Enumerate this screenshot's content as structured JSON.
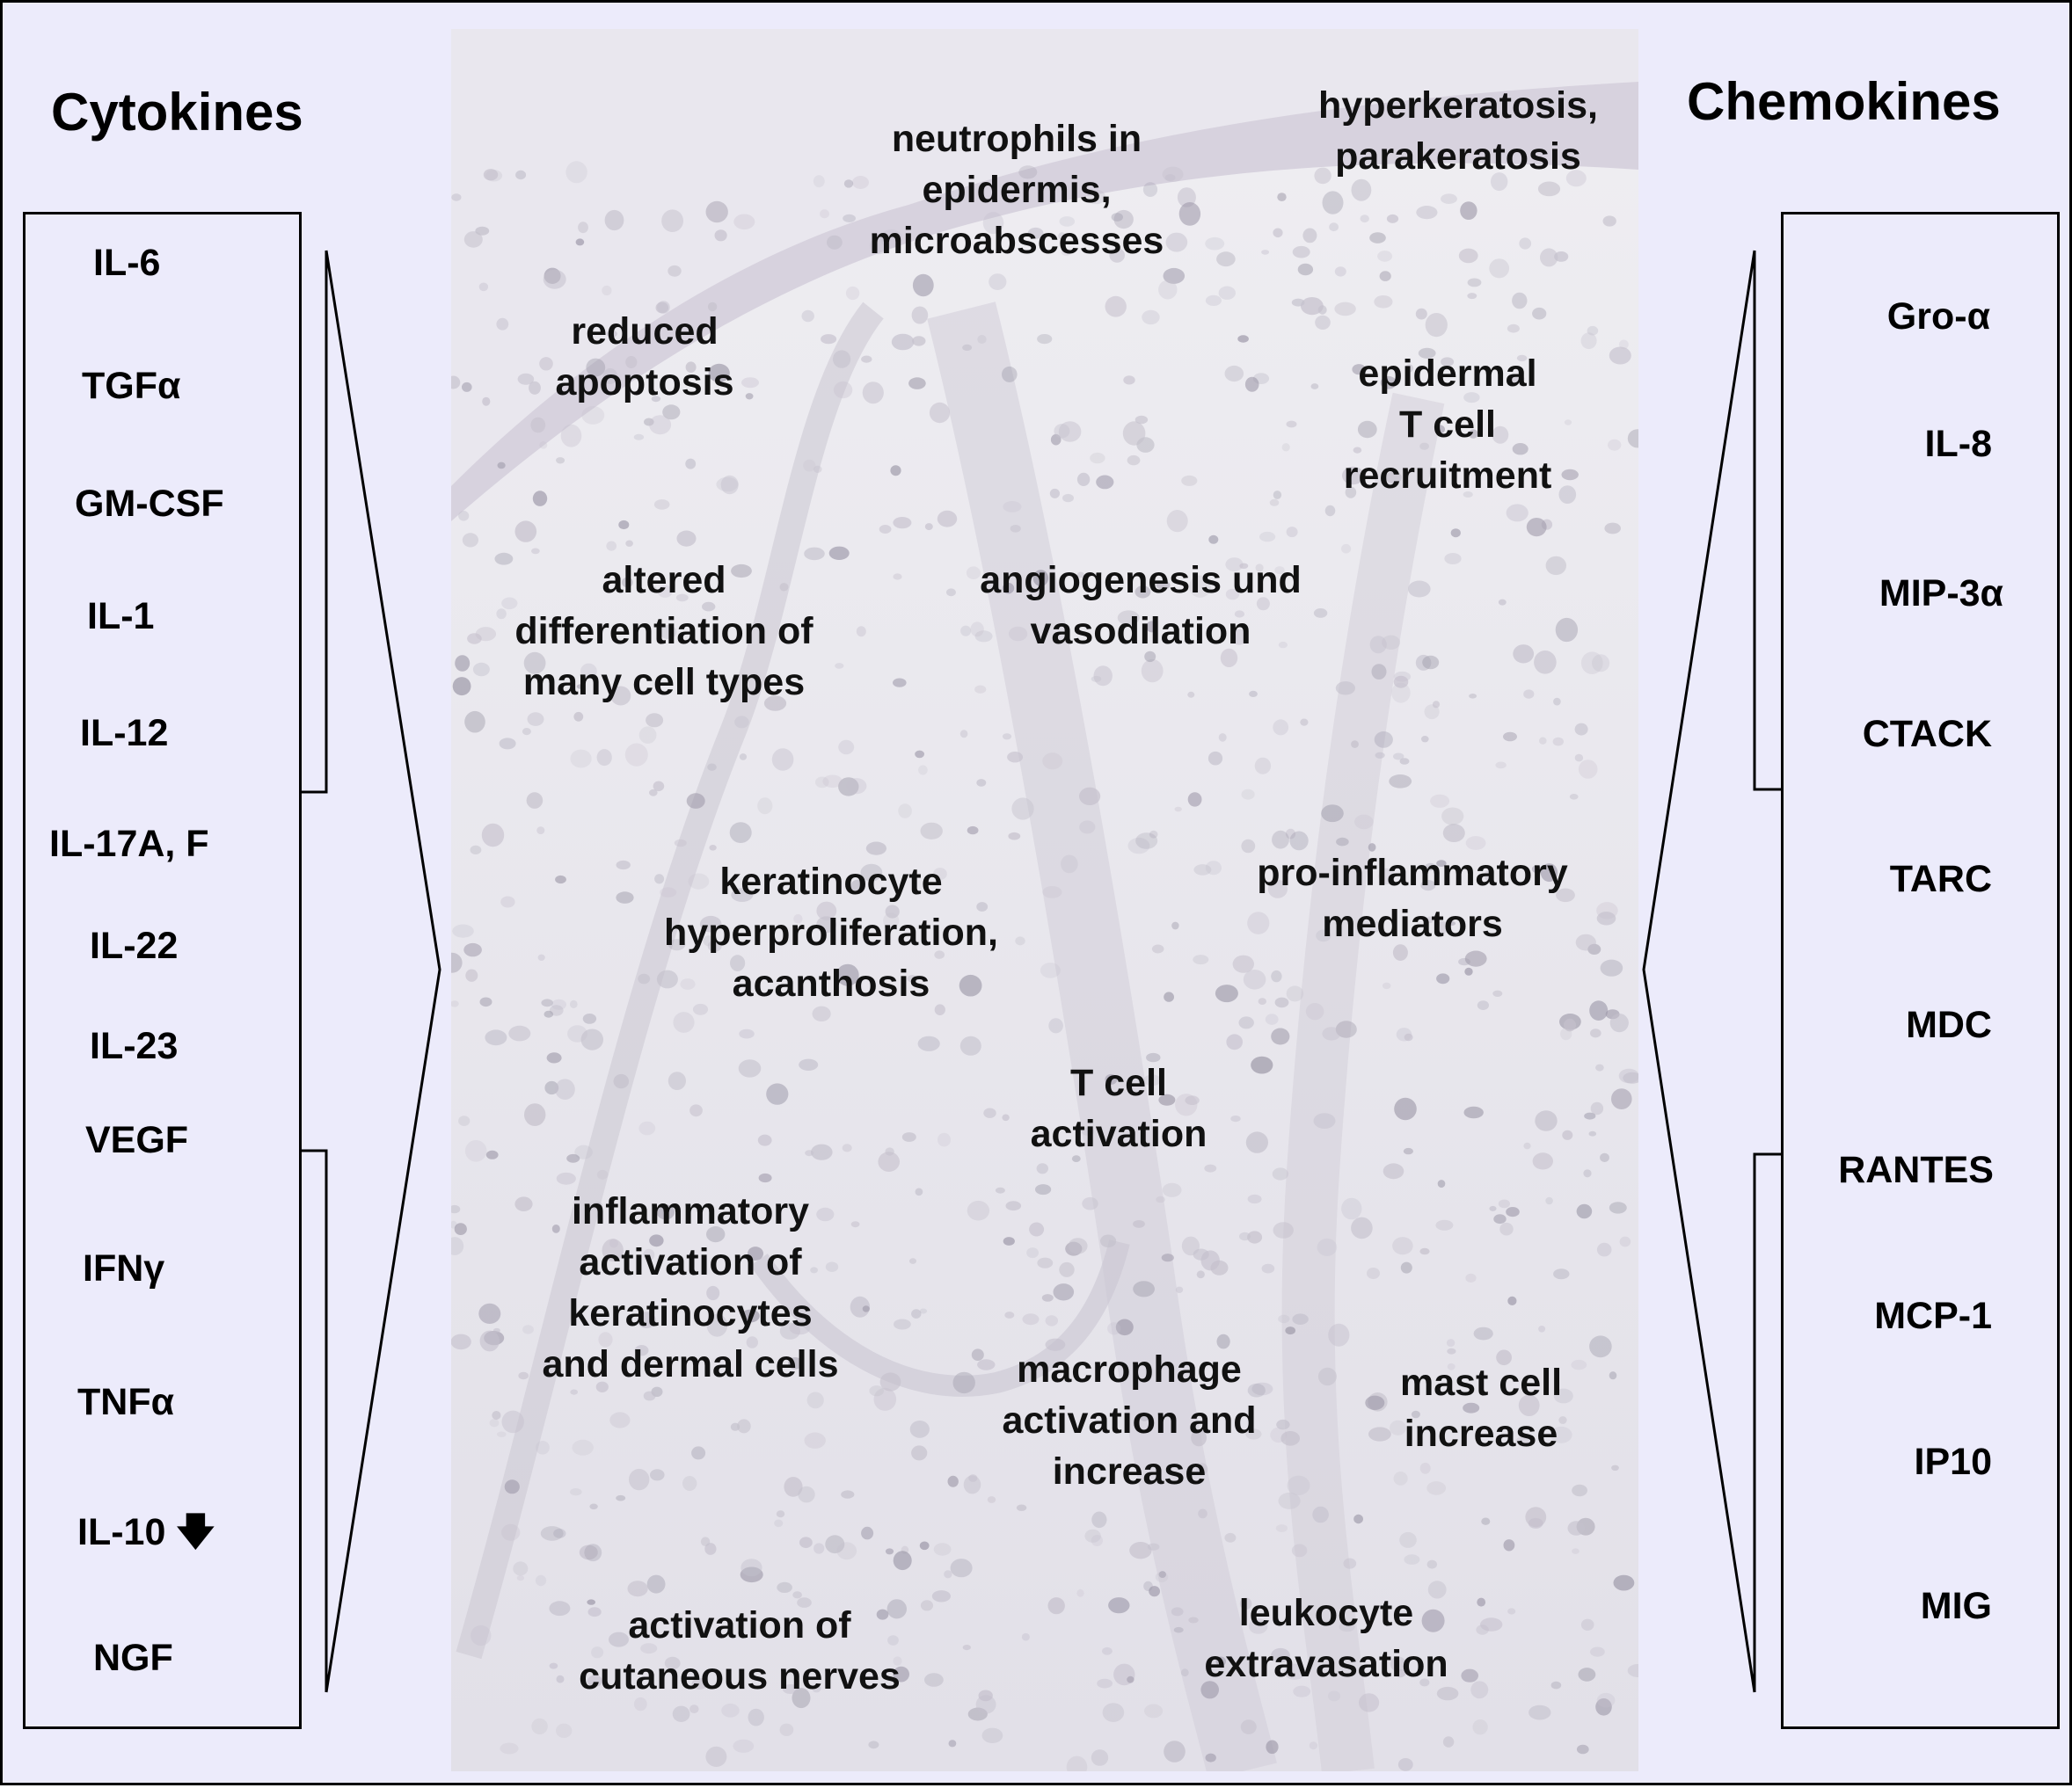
{
  "headings": {
    "cytokines": "Cytokines",
    "chemokines": "Chemokines"
  },
  "cytokines": [
    "IL-6",
    "TGFα",
    "GM-CSF",
    "IL-1",
    "IL-12",
    "IL-17A, F",
    "IL-22",
    "IL-23",
    "VEGF",
    "IFNγ",
    "TNFα",
    "IL-10 🡇",
    "NGF"
  ],
  "chemokines": [
    "Gro-α",
    "IL-8",
    "MIP-3α",
    "CTACK",
    "TARC",
    "MDC",
    "RANTES",
    "MCP-1",
    "IP10",
    "MIG"
  ],
  "effects": [
    "hyperkeratosis,\nparakeratosis",
    "neutrophils in\nepidermis,\nmicroabscesses",
    "reduced\napoptosis",
    "epidermal\nT cell\nrecruitment",
    "altered\ndifferentiation of\nmany cell types",
    "angiogenesis und\nvasodilation",
    "keratinocyte\nhyperproliferation,\nacanthosis",
    "pro-inflammatory\nmediators",
    "T cell\nactivation",
    "inflammatory\nactivation of\nkeratinocytes\nand dermal cells",
    "macrophage\nactivation and\nincrease",
    "mast cell\nincrease",
    "activation of\ncutaneous nerves",
    "leukocyte\nextravasation"
  ],
  "colors": {
    "background": "#ecebfb",
    "tissue": "#e6e4ec",
    "line": "#000000"
  }
}
